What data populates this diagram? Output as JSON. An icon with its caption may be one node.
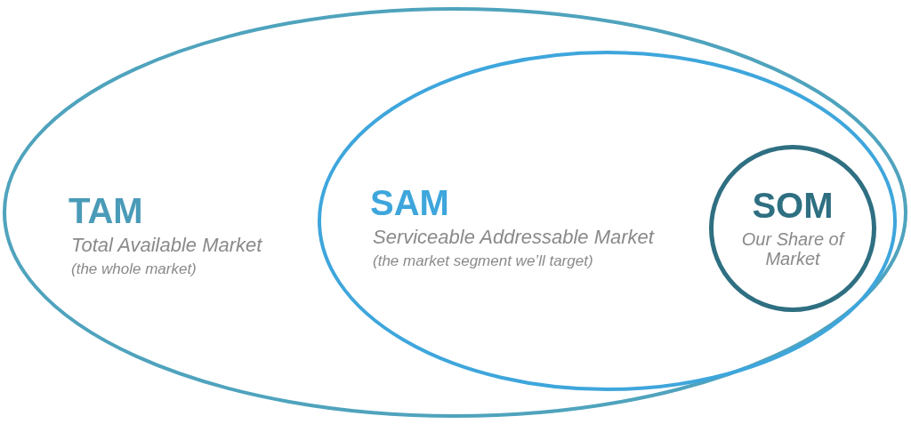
{
  "diagram": {
    "nodes": [
      {
        "text": [
          "TAM",
          "Total Available Market",
          "(the whole market)"
        ]
      },
      {
        "text": [
          "SAM",
          "Serviceable Addressable Market",
          "(the market segment we’ll target)"
        ],
        "in": 0
      },
      {
        "text": [
          "SOM",
          "Our Share of Market"
        ],
        "in": 1
      }
    ]
  }
}
